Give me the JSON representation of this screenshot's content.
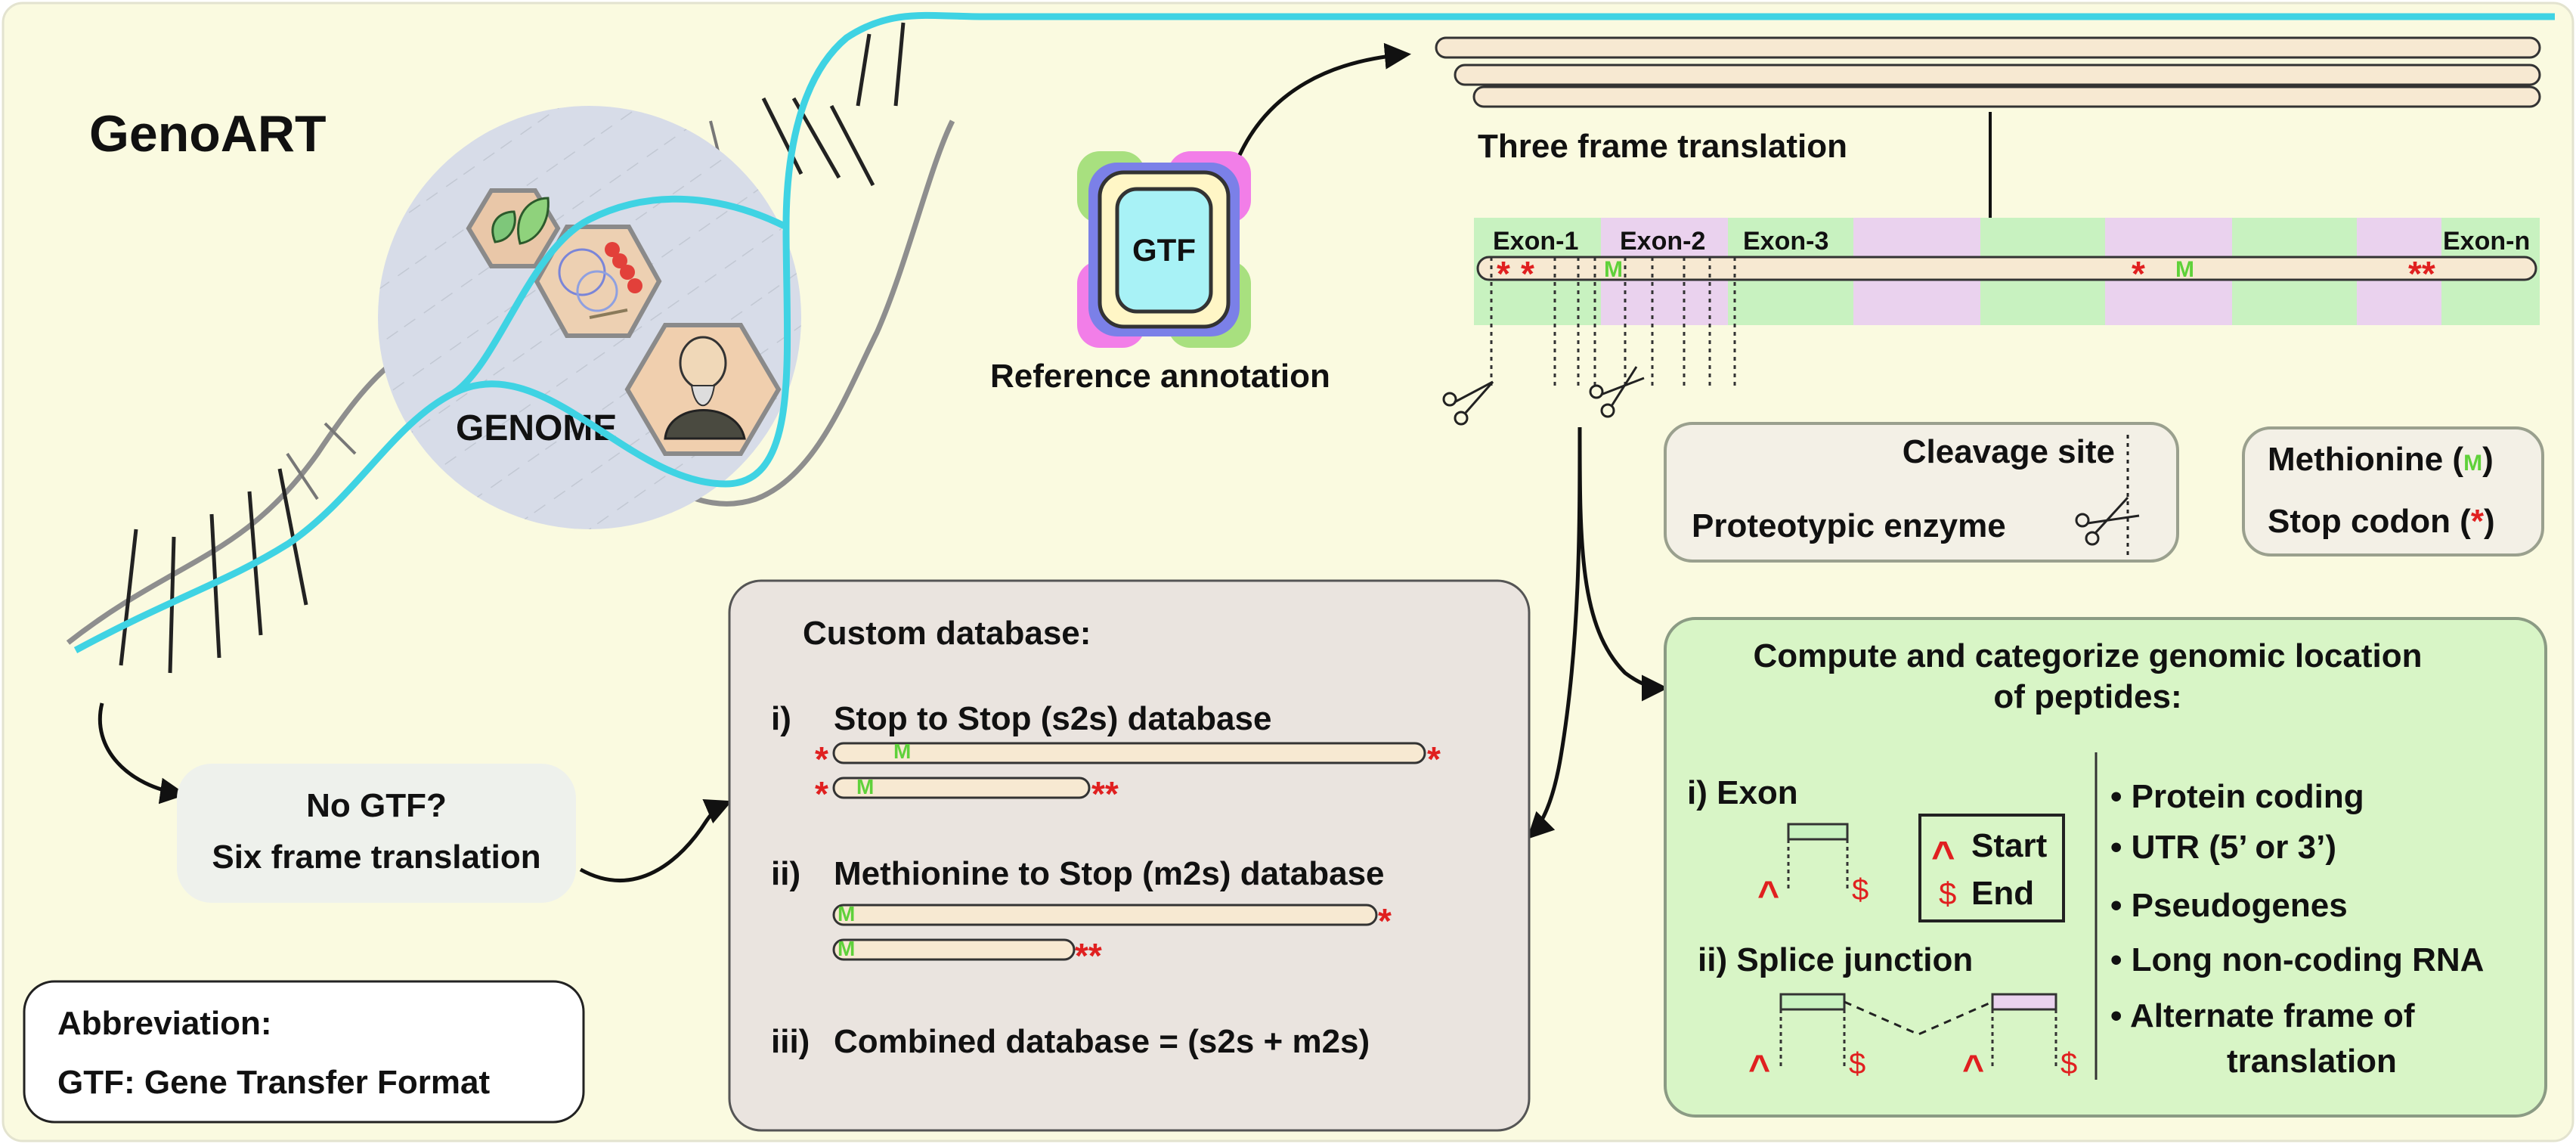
{
  "title": "GenoART",
  "genome_label": "GENOME",
  "gtf": {
    "icon_label": "GTF",
    "caption": "Reference annotation"
  },
  "three_frame": {
    "title": "Three frame translation",
    "exons": [
      "Exon-1",
      "Exon-2",
      "Exon-3",
      "Exon-n"
    ],
    "methionine_mark": "M",
    "stop_mark": "*",
    "double_stop_mark": "**"
  },
  "legend_cleavage": {
    "cleavage_site": "Cleavage site",
    "enzyme": "Proteotypic enzyme"
  },
  "legend_codons": {
    "methionine_prefix": "Methionine (",
    "methionine_mark": "M",
    "stop_prefix": "Stop codon (",
    "stop_mark": "*",
    "suffix": ")"
  },
  "no_gtf": {
    "line1": "No GTF?",
    "line2": "Six frame translation"
  },
  "abbreviation": {
    "title": "Abbreviation:",
    "text": "GTF: Gene Transfer Format"
  },
  "custom_db": {
    "title": "Custom database:",
    "items": [
      {
        "numeral": "i)",
        "label": "Stop to Stop (s2s) database"
      },
      {
        "numeral": "ii)",
        "label": "Methionine to Stop (m2s) database"
      },
      {
        "numeral": "iii)",
        "label": "Combined database = (s2s + m2s)"
      }
    ]
  },
  "genomic": {
    "title_line1": "Compute and categorize genomic location",
    "title_line2": "of peptides:",
    "exon_label": "i) Exon",
    "splice_label": "ii) Splice junction",
    "legend": {
      "start_mark": "^",
      "start_label": "Start",
      "end_mark": "$",
      "end_label": "End"
    },
    "categories": [
      "• Protein coding",
      "• UTR (5’ or 3’)",
      "• Pseudogenes",
      "• Long non-coding RNA",
      "• Alternate frame of"
    ],
    "category_continuation": "translation"
  },
  "colors": {
    "panel_bg": "#fafae0",
    "helix": "#3fd3e3",
    "exon_green": "#c8f2c0",
    "exon_pink": "#ead2ee",
    "bar_fill": "#f7e9d2",
    "methionine": "#5fd13a",
    "stop": "#e02020",
    "box_grey": "#eae4df",
    "box_green": "#d8f5c6"
  }
}
